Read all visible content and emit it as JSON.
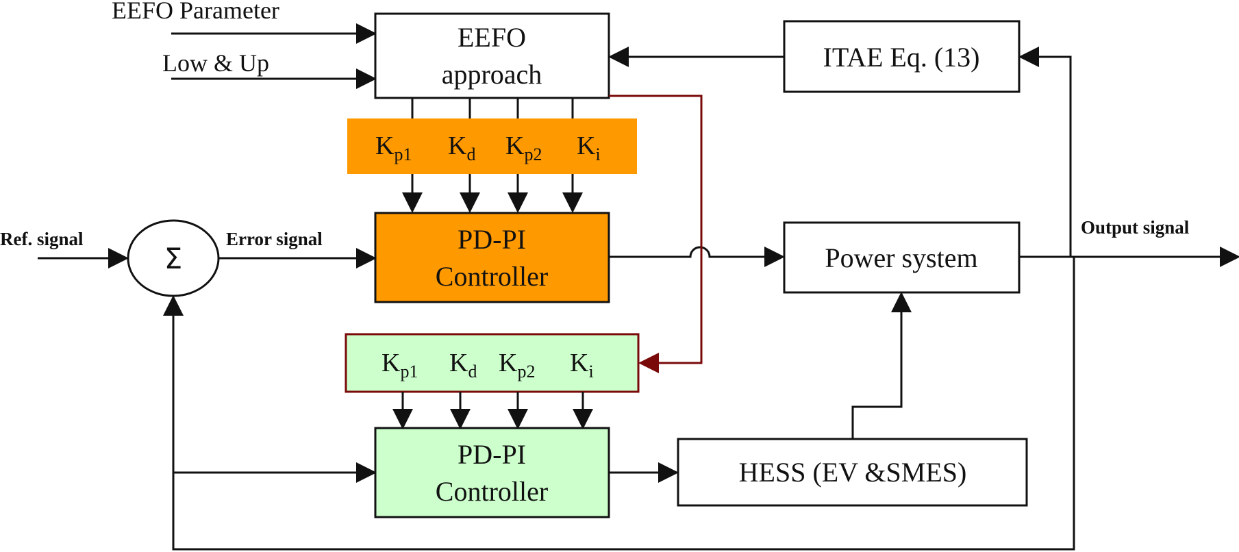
{
  "colors": {
    "orange_fill": "#FF9900",
    "green_fill": "#CCFFCC",
    "red_line": "#7A0A0A",
    "line": "#111111"
  },
  "inputs": {
    "eefo_parameter": "EEFO Parameter",
    "low_up": "Low & Up",
    "ref_signal": "Ref. signal",
    "error_signal": "Error signal",
    "output_signal": "Output signal"
  },
  "blocks": {
    "eefo": {
      "line1": "EEFO",
      "line2": "approach"
    },
    "itae": "ITAE Eq. (13)",
    "summing_symbol": "Σ",
    "pdpi_top": {
      "line1": "PD-PI",
      "line2": "Controller"
    },
    "pdpi_bottom": {
      "line1": "PD-PI",
      "line2": "Controller"
    },
    "power_system": "Power system",
    "hess": "HESS (EV &SMES)"
  },
  "gains": [
    {
      "base": "K",
      "sub": "p1"
    },
    {
      "base": "K",
      "sub": "d"
    },
    {
      "base": "K",
      "sub": "p2"
    },
    {
      "base": "K",
      "sub": "i"
    }
  ]
}
